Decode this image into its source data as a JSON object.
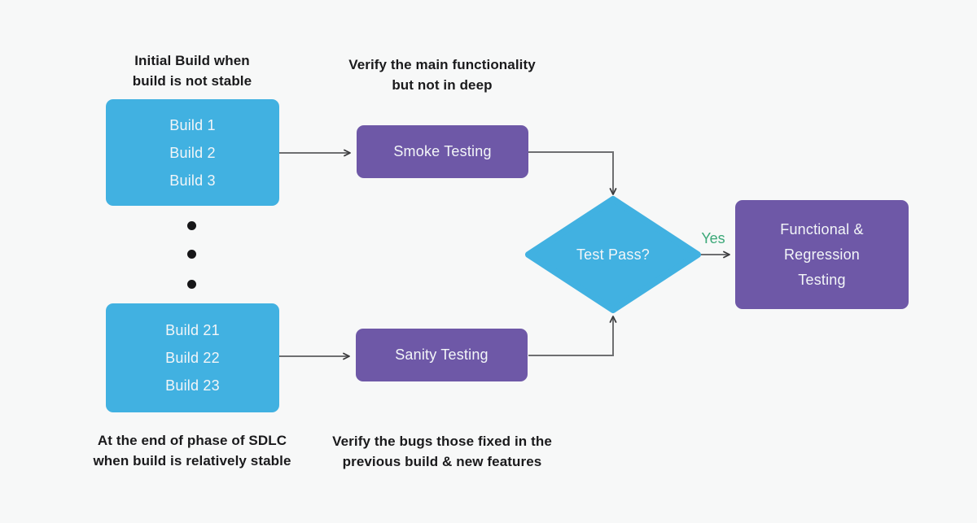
{
  "colors": {
    "bg": "#F7F8F8",
    "node_cyan": "#41B1E1",
    "node_purple": "#6E58A7",
    "yes_green": "#3BA878",
    "connector": "#6E6F71",
    "arrowhead": "#39393B",
    "text_dark": "#1A1A1C",
    "text_light": "#F3F6F8",
    "dot": "#161618"
  },
  "annotations": {
    "top_left": {
      "line1": "Initial Build when",
      "line2": "build is not stable"
    },
    "top_middle": {
      "line1": "Verify the main functionality",
      "line2": "but not in deep"
    },
    "bottom_left": {
      "line1": "At the end of phase of SDLC",
      "line2": "when build is relatively stable"
    },
    "bottom_middle": {
      "line1": "Verify the bugs those fixed in the",
      "line2": "previous build & new features"
    }
  },
  "nodes": {
    "builds_initial": {
      "items": [
        "Build 1",
        "Build 2",
        "Build 3"
      ]
    },
    "builds_later": {
      "items": [
        "Build 21",
        "Build 22",
        "Build 23"
      ]
    },
    "smoke": {
      "label": "Smoke Testing"
    },
    "sanity": {
      "label": "Sanity Testing"
    },
    "decision": {
      "label": "Test Pass?"
    },
    "functional": {
      "lines": [
        "Functional &",
        "Regression",
        "Testing"
      ]
    },
    "yes_label": "Yes"
  }
}
